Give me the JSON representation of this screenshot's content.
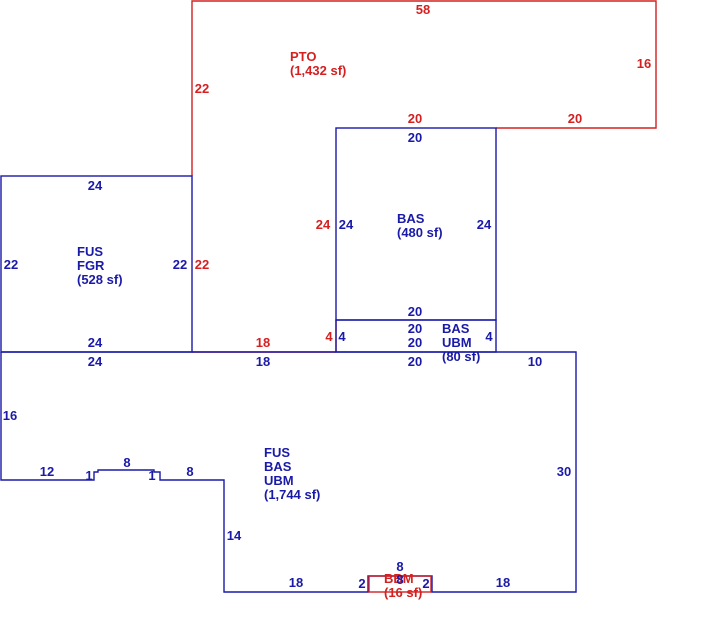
{
  "colors": {
    "blue": "#1a1aa8",
    "red": "#d42020"
  },
  "areas": {
    "pto": {
      "l1": "PTO",
      "l2": "(1,432 sf)"
    },
    "bas": {
      "l1": "BAS",
      "l2": "(480 sf)"
    },
    "fgr": {
      "l1": "FUS",
      "l2": "FGR",
      "l3": "(528 sf)"
    },
    "ubm": {
      "l1": "BAS",
      "l2": "UBM",
      "l3": "(80 sf)"
    },
    "main": {
      "l1": "FUS",
      "l2": "BAS",
      "l3": "UBM",
      "l4": "(1,744 sf)"
    },
    "small": {
      "l1": "BBM",
      "l2": "(16 sf)"
    }
  },
  "dims": {
    "pto_top": "58",
    "pto_right": "16",
    "pto_left": "22",
    "pto_bottom_a": "20",
    "pto_bottom_b": "20",
    "bas_top": "20",
    "bas_left": "24",
    "bas_left_red": "24",
    "bas_right": "24",
    "bas_bottom": "20",
    "fgr_top": "24",
    "fgr_left": "22",
    "fgr_right": "22",
    "fgr_right_red": "22",
    "fgr_bottom": "24",
    "ubm_left": "4",
    "ubm_left_red": "4",
    "ubm_right": "4",
    "ubm_top": "20",
    "ubm_bottom": "20",
    "red_18": "18",
    "main_top_a": "24",
    "main_top_b": "18",
    "main_top_c": "20",
    "main_top_d": "10",
    "main_left": "16",
    "main_step_a": "12",
    "main_step_b": "1",
    "main_step_c": "8",
    "main_step_d": "1",
    "main_step_e": "8",
    "main_right": "30",
    "main_inner": "14",
    "main_bottom_a": "18",
    "main_bottom_b": "18",
    "small_top": "8",
    "small_left": "2",
    "small_right": "2",
    "small_mid": "8"
  }
}
